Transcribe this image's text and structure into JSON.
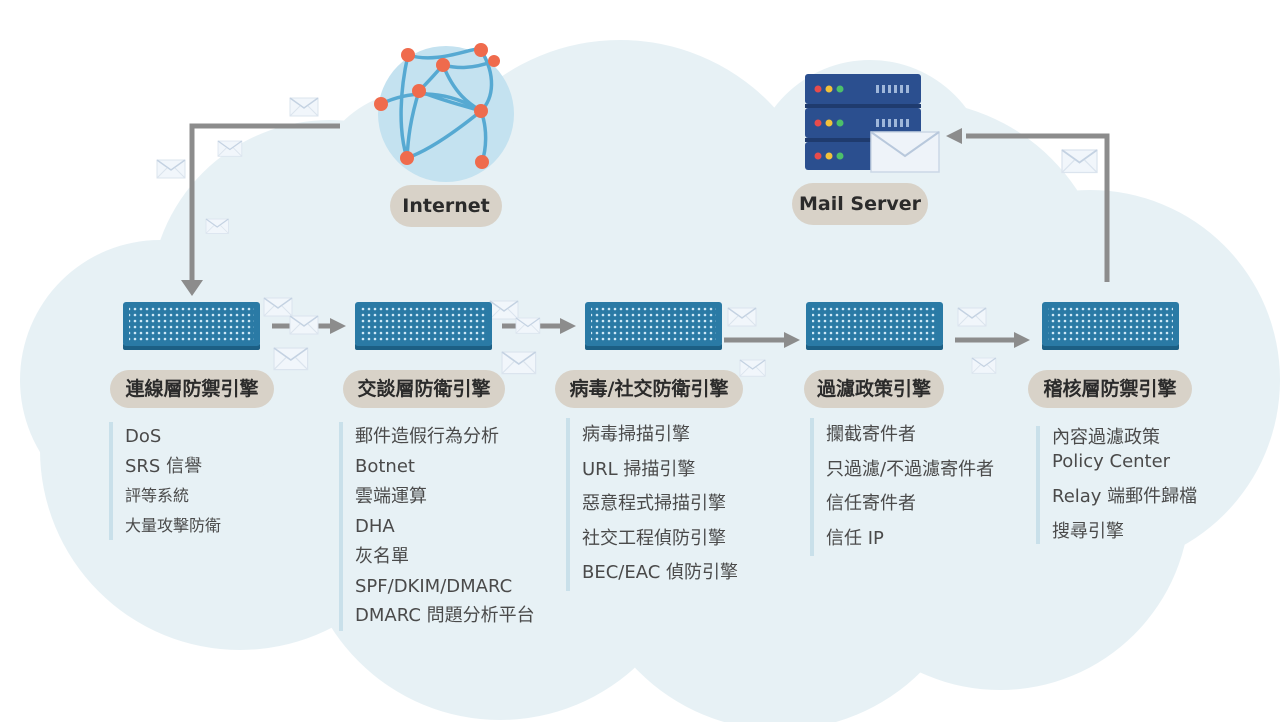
{
  "internet": {
    "label": "Internet"
  },
  "mail_server": {
    "label": "Mail Server"
  },
  "engines": [
    {
      "title": "連線層防禦引擎",
      "features": [
        "DoS",
        "SRS 信譽",
        "評等系統",
        "大量攻擊防衛"
      ]
    },
    {
      "title": "交談層防衛引擎",
      "features": [
        "郵件造假行為分析",
        "Botnet",
        "雲端運算",
        "DHA",
        "灰名單",
        "SPF/DKIM/DMARC",
        "DMARC 問題分析平台"
      ]
    },
    {
      "title": "病毒/社交防衛引擎",
      "features": [
        "病毒掃描引擎",
        "URL 掃描引擎",
        "惡意程式掃描引擎",
        "社交工程偵防引擎",
        "BEC/EAC 偵防引擎"
      ]
    },
    {
      "title": "過濾政策引擎",
      "features": [
        "攔截寄件者",
        "只過濾/不過濾寄件者",
        "信任寄件者",
        "信任 IP"
      ]
    },
    {
      "title": "稽核層防禦引擎",
      "features": [
        "內容過濾政策",
        "Policy Center",
        "Relay 端郵件歸檔",
        "搜尋引擎"
      ]
    }
  ],
  "colors": {
    "cloud": "#e7f1f5",
    "arrow": "#8c8c8c",
    "pill": "#d8d2c8",
    "node_body": "#2a7aa5",
    "globe": "#c4e2f0",
    "globe_line": "#56a9d2",
    "globe_node": "#ef6b4d",
    "server": "#2b4f8f"
  },
  "icons": [
    "globe-icon",
    "server-icon",
    "envelope-icon",
    "arrow-icon"
  ]
}
